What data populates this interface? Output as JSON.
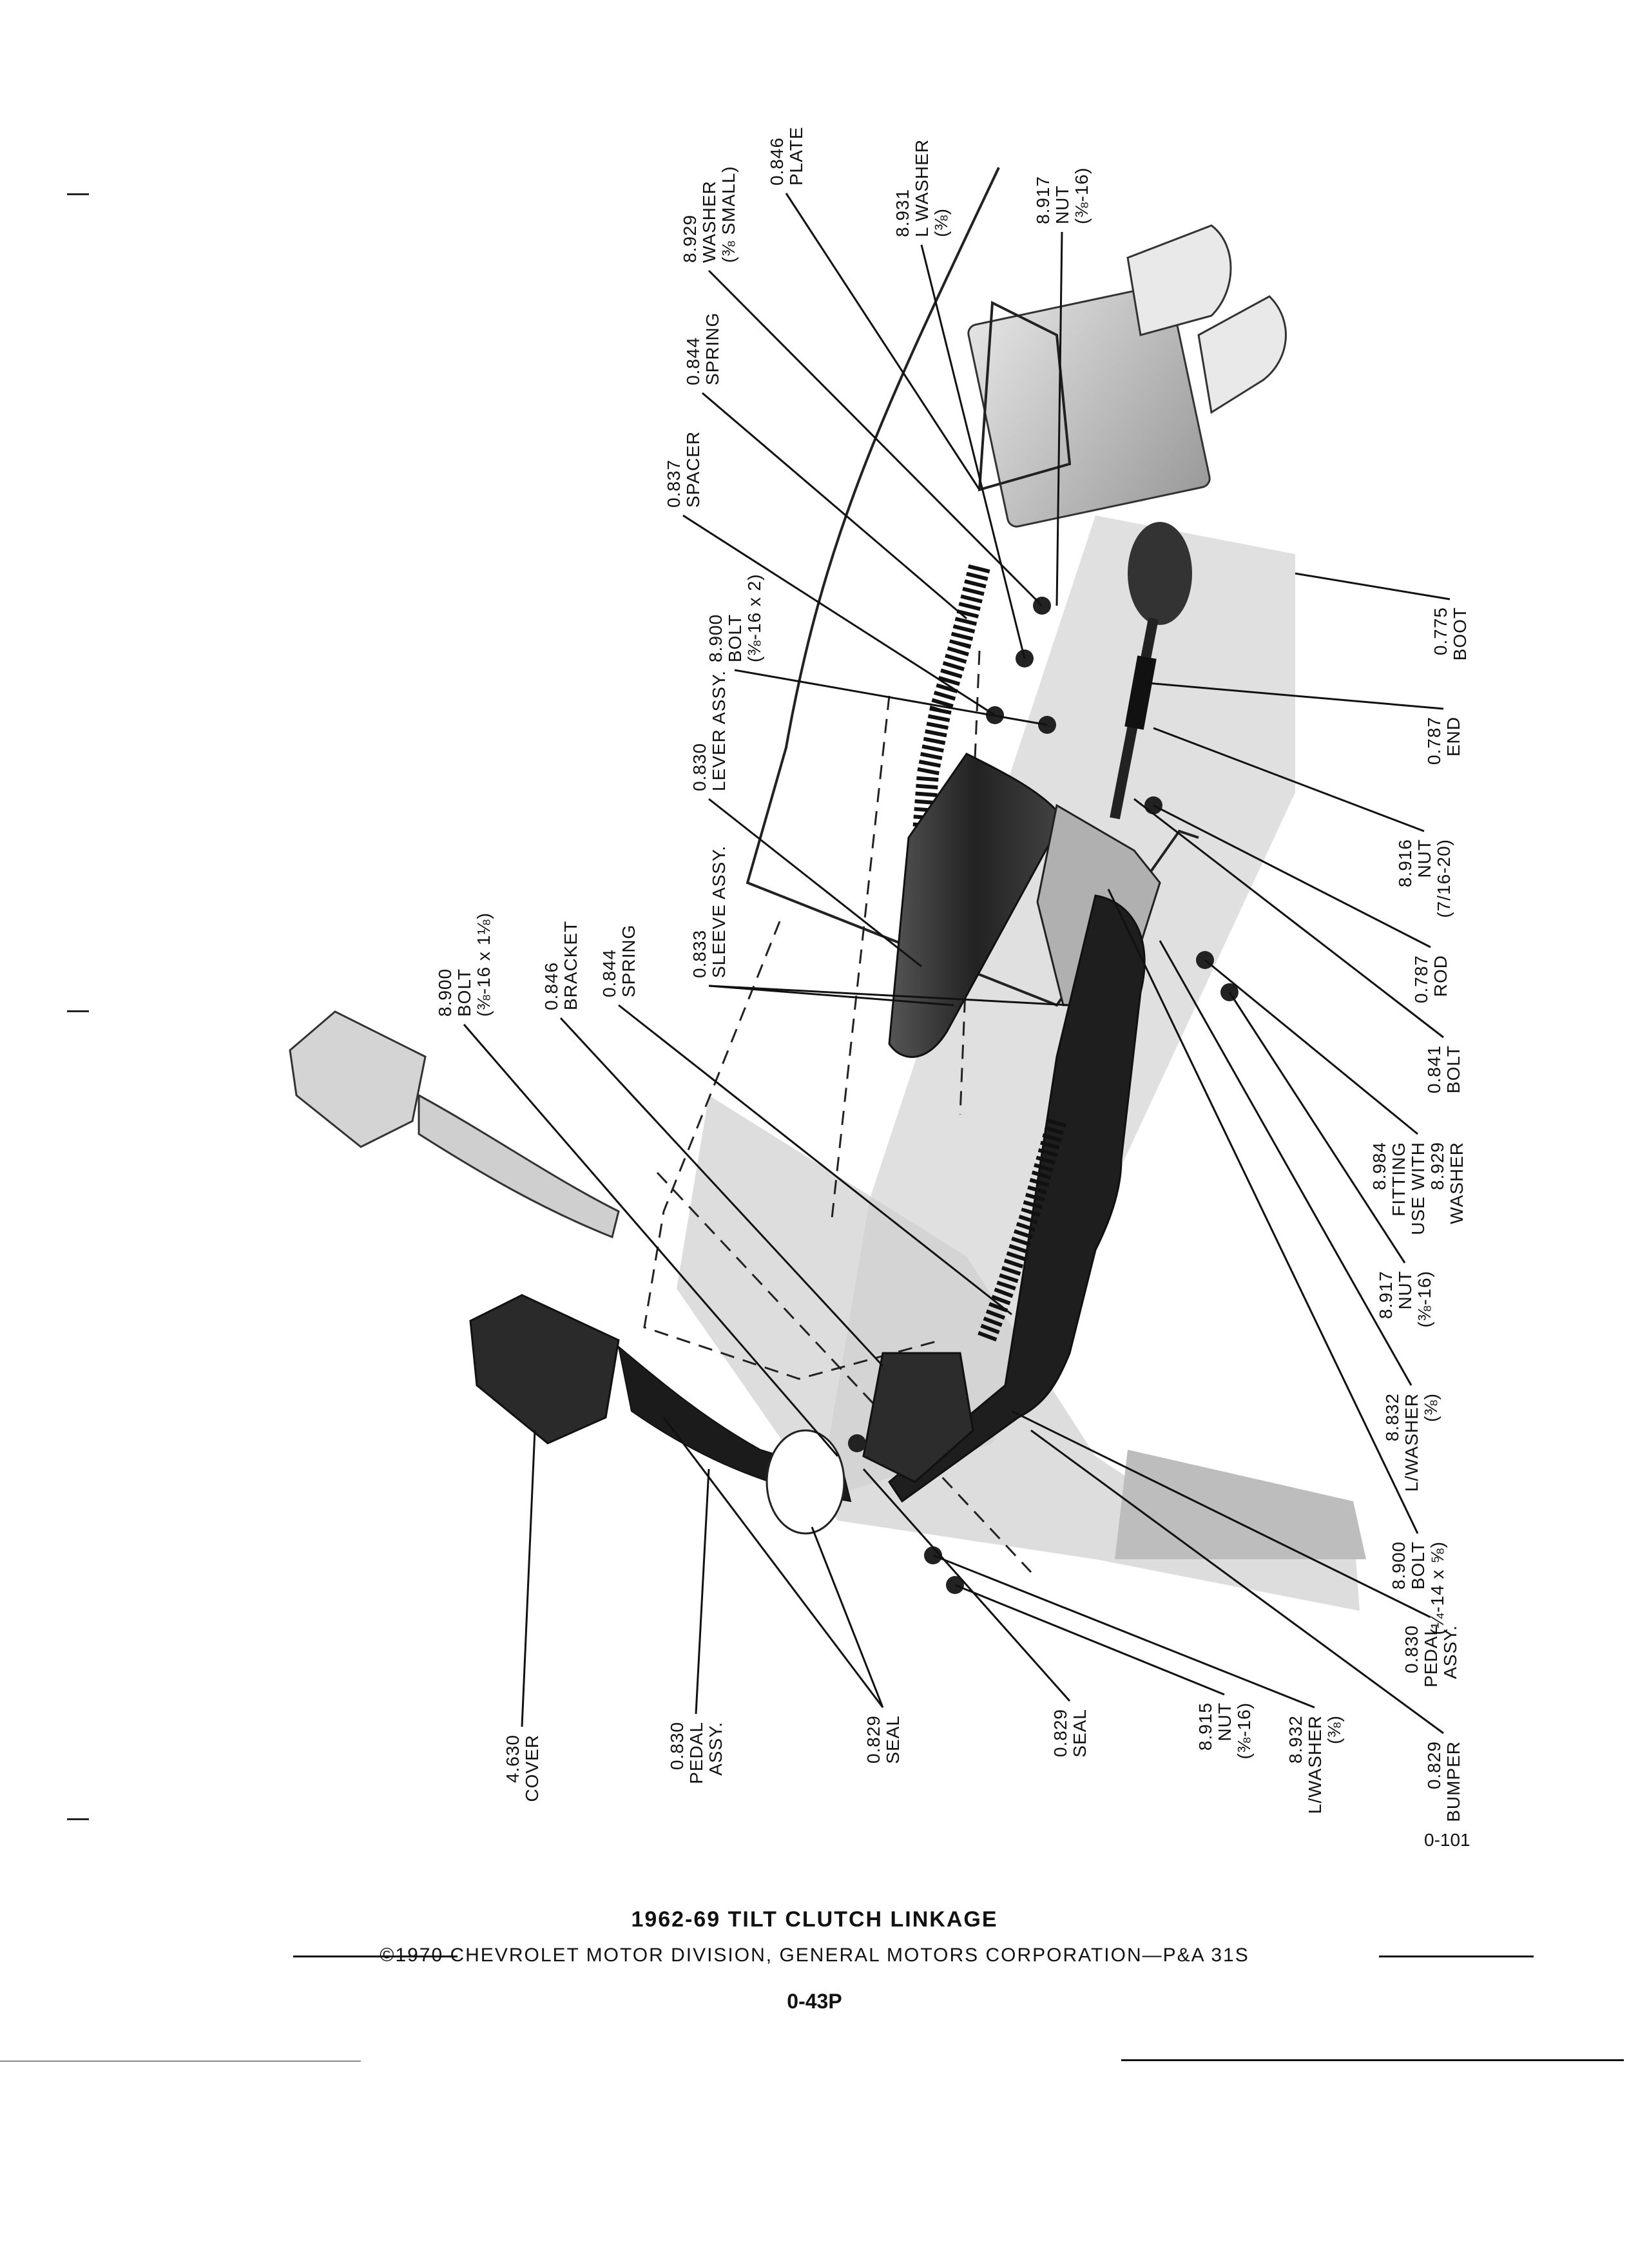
{
  "labels": [
    {
      "lines": [
        "0.846",
        "PLATE"
      ]
    },
    {
      "lines": [
        "8.929",
        "WASHER",
        "(⅜ SMALL)"
      ]
    },
    {
      "lines": [
        "8.917",
        "NUT",
        "(⅜-16)"
      ]
    },
    {
      "lines": [
        "8.931",
        "L WASHER",
        "(⅜)"
      ]
    },
    {
      "lines": [
        "0.844",
        "SPRING"
      ]
    },
    {
      "lines": [
        "0.837",
        "SPACER"
      ]
    },
    {
      "lines": [
        "8.900",
        "BOLT",
        "(⅜-16 x 2)"
      ]
    },
    {
      "lines": [
        "0.830",
        "LEVER ASSY."
      ]
    },
    {
      "lines": [
        "0.833",
        "SLEEVE ASSY."
      ]
    },
    {
      "lines": [
        "0.844",
        "SPRING"
      ]
    },
    {
      "lines": [
        "0.846",
        "BRACKET"
      ]
    },
    {
      "lines": [
        "8.900",
        "BOLT",
        "(⅜-16 x 1⅛)"
      ]
    },
    {
      "lines": [
        "0.775",
        "BOOT"
      ]
    },
    {
      "lines": [
        "0.787",
        "END"
      ]
    },
    {
      "lines": [
        "8.916",
        "NUT",
        "(7/16-20)"
      ]
    },
    {
      "lines": [
        "0.787",
        "ROD"
      ]
    },
    {
      "lines": [
        "0.841",
        "BOLT"
      ]
    },
    {
      "lines": [
        "8.984",
        "FITTING",
        "USE WITH",
        "8.929",
        "WASHER"
      ]
    },
    {
      "lines": [
        "8.917",
        "NUT",
        "(⅜-16)"
      ]
    },
    {
      "lines": [
        "8.832",
        "L/WASHER",
        "(⅜)"
      ]
    },
    {
      "lines": [
        "8.900",
        "BOLT",
        "(¼-14 x ⅝)"
      ]
    },
    {
      "lines": [
        "0.830",
        "PEDAL",
        "ASSY."
      ]
    },
    {
      "lines": [
        "0.829",
        "BUMPER"
      ]
    },
    {
      "lines": [
        "8.932",
        "L/WASHER",
        "(⅜)"
      ]
    },
    {
      "lines": [
        "8.915",
        "NUT",
        "(⅜-16)"
      ]
    },
    {
      "lines": [
        "0.829",
        "SEAL"
      ]
    },
    {
      "lines": [
        "0.829",
        "SEAL"
      ]
    },
    {
      "lines": [
        "0.830",
        "PEDAL",
        "ASSY."
      ]
    },
    {
      "lines": [
        "4.630",
        "COVER"
      ]
    }
  ],
  "figure_number": "0-101",
  "title": "1962-69 TILT CLUTCH LINKAGE",
  "copyright": "©1970 CHEVROLET MOTOR DIVISION, GENERAL MOTORS CORPORATION—P&A 31S",
  "page_number": "0-43P"
}
